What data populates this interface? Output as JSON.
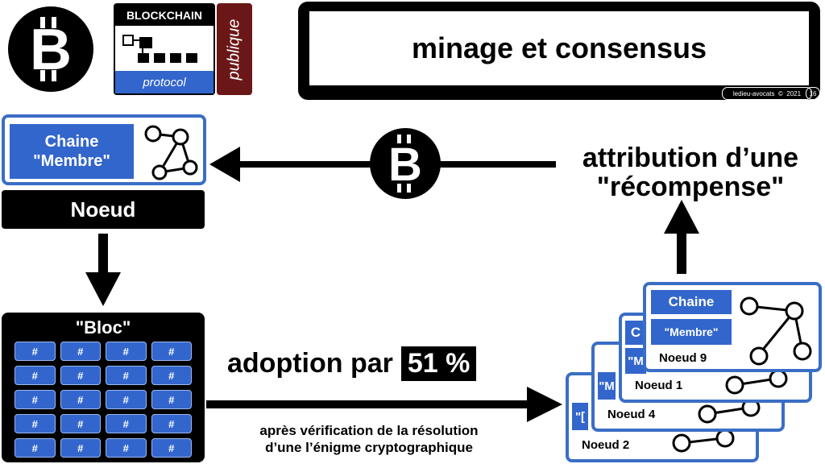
{
  "header": {
    "blockchain_label": "BLOCKCHAIN",
    "protocol_label": "protocol",
    "publique_label": "publique",
    "title": "minage et consensus",
    "footer_credit": "ledieu-avocats  ©  2021",
    "page_number": "16"
  },
  "node_card": {
    "line1": "Chaine",
    "line2": "\"Membre\"",
    "noeud_label": "Noeud"
  },
  "reward": {
    "line1": "attribution d’une",
    "line2": "\"récompense\""
  },
  "bloc": {
    "label": "\"Bloc\"",
    "cell_symbol": "#",
    "rows": 5,
    "cols": 4
  },
  "adoption": {
    "text": "adoption par",
    "percent": "51 %",
    "sub1": "après vérification de la résolution",
    "sub2": "d’une l’énigme cryptographique"
  },
  "stack": {
    "front_chain": "Chaine",
    "front_member": "\"Membre\"",
    "noeud9": "Noeud 9",
    "noeud1": "Noeud 1",
    "noeud4": "Noeud 4",
    "noeud2": "Noeud 2",
    "partial_c": "C",
    "partial_m1": "\"M",
    "partial_m2": "\"M",
    "partial_q": "\"["
  },
  "colors": {
    "blue": "#3366cc",
    "border_blue": "#3a6ec5",
    "maroon": "#6b1717",
    "black": "#000000"
  }
}
